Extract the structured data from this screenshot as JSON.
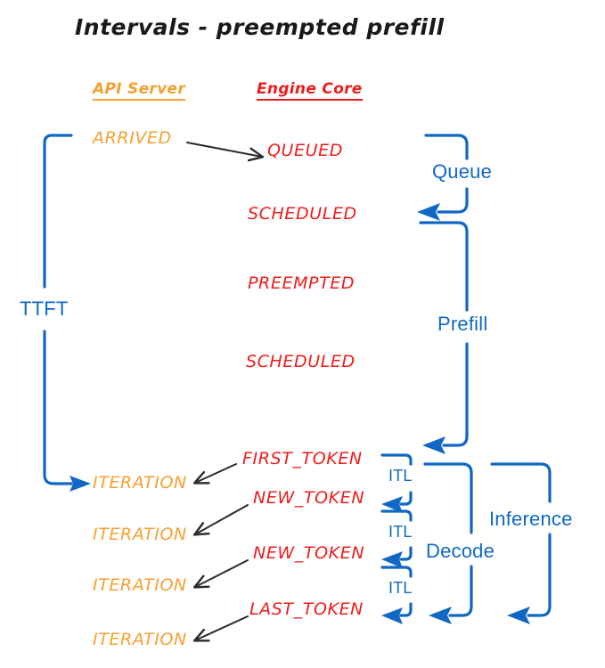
{
  "diagram": {
    "title": "Intervals - preempted prefill",
    "colors": {
      "api_server": "#F5A030",
      "engine_core": "#EE1C1C",
      "annotation_blue": "#1068C4",
      "arrow_black": "#2b2b2b",
      "background": "#FFFFFF"
    },
    "columns": [
      {
        "key": "api_server",
        "label": "API Server",
        "color": "#F5A030"
      },
      {
        "key": "engine_core",
        "label": "Engine Core",
        "color": "#EE1C1C"
      }
    ],
    "api_server_events": [
      {
        "id": "arrived",
        "label": "ARRIVED"
      },
      {
        "id": "iteration-1",
        "label": "ITERATION"
      },
      {
        "id": "iteration-2",
        "label": "ITERATION"
      },
      {
        "id": "iteration-3",
        "label": "ITERATION"
      },
      {
        "id": "iteration-4",
        "label": "ITERATION"
      }
    ],
    "engine_core_events": [
      {
        "id": "queued",
        "label": "QUEUED"
      },
      {
        "id": "scheduled-1",
        "label": "SCHEDULED"
      },
      {
        "id": "preempted",
        "label": "PREEMPTED"
      },
      {
        "id": "scheduled-2",
        "label": "SCHEDULED"
      },
      {
        "id": "first-token",
        "label": "FIRST_TOKEN"
      },
      {
        "id": "new-token-1",
        "label": "NEW_TOKEN"
      },
      {
        "id": "new-token-2",
        "label": "NEW_TOKEN"
      },
      {
        "id": "last-token",
        "label": "LAST_TOKEN"
      }
    ],
    "intervals": [
      {
        "id": "ttft",
        "label": "TTFT"
      },
      {
        "id": "queue",
        "label": "Queue"
      },
      {
        "id": "prefill",
        "label": "Prefill"
      },
      {
        "id": "itl-1",
        "label": "ITL"
      },
      {
        "id": "itl-2",
        "label": "ITL"
      },
      {
        "id": "itl-3",
        "label": "ITL"
      },
      {
        "id": "decode",
        "label": "Decode"
      },
      {
        "id": "inference",
        "label": "Inference"
      }
    ]
  }
}
